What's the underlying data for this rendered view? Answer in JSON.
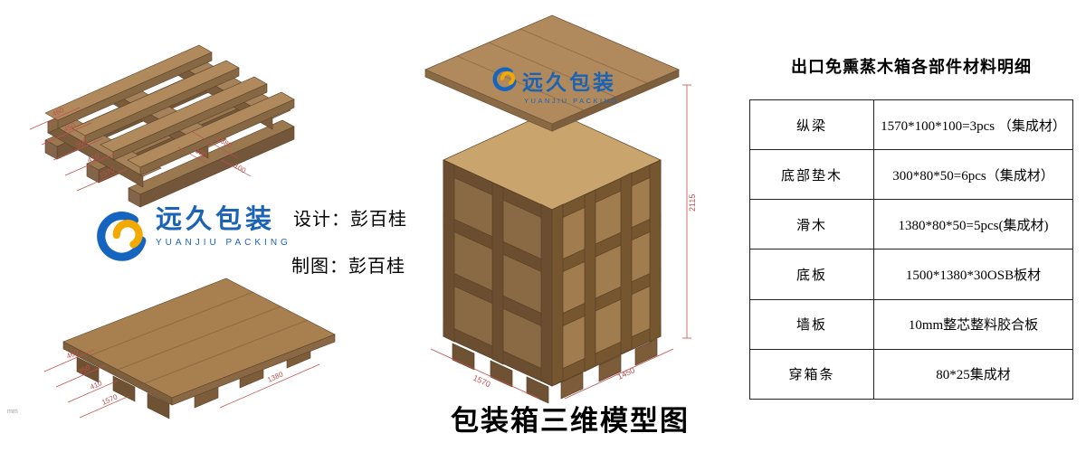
{
  "page": {
    "title": "包装箱三维模型图",
    "unit_note": "mm"
  },
  "logo": {
    "cn": "远久包装",
    "en": "YUANJIU PACKING"
  },
  "credits": {
    "design": "设计：彭百桂",
    "draft": "制图：彭百桂"
  },
  "materials_table": {
    "title": "出口免熏蒸木箱各部件材料明细",
    "rows": [
      {
        "part": "纵梁",
        "spec": "1570*100*100=3pcs （集成材）"
      },
      {
        "part": "底部垫木",
        "spec": "300*80*50=6pcs（集成材）"
      },
      {
        "part": "滑木",
        "spec": "1380*80*50=5pcs(集成材)"
      },
      {
        "part": "底板",
        "spec": "1500*1380*30OSB板材"
      },
      {
        "part": "墙板",
        "spec": "10mm整芯整料胶合板"
      },
      {
        "part": "穿箱条",
        "spec": "80*25集成材"
      }
    ]
  },
  "dims": {
    "frame": {
      "d1": "460",
      "d2": "450",
      "d3": "500",
      "d4": "410",
      "d5": "1570",
      "d6": "100",
      "d7": "1380",
      "d8": "100"
    },
    "board": {
      "d1": "460",
      "d2": "350",
      "d3": "410",
      "d4": "1570",
      "d5": "1380"
    },
    "crate": {
      "height": "2115",
      "width": "1450",
      "depth": "1570"
    }
  },
  "colors": {
    "logo_blue": "#1b63b5",
    "logo_gold": "#f2a900",
    "dim_red": "#c0504d",
    "wood_light": "#b08a5c",
    "wood_mid": "#8a6a44",
    "wood_dark": "#6b4e2f"
  }
}
